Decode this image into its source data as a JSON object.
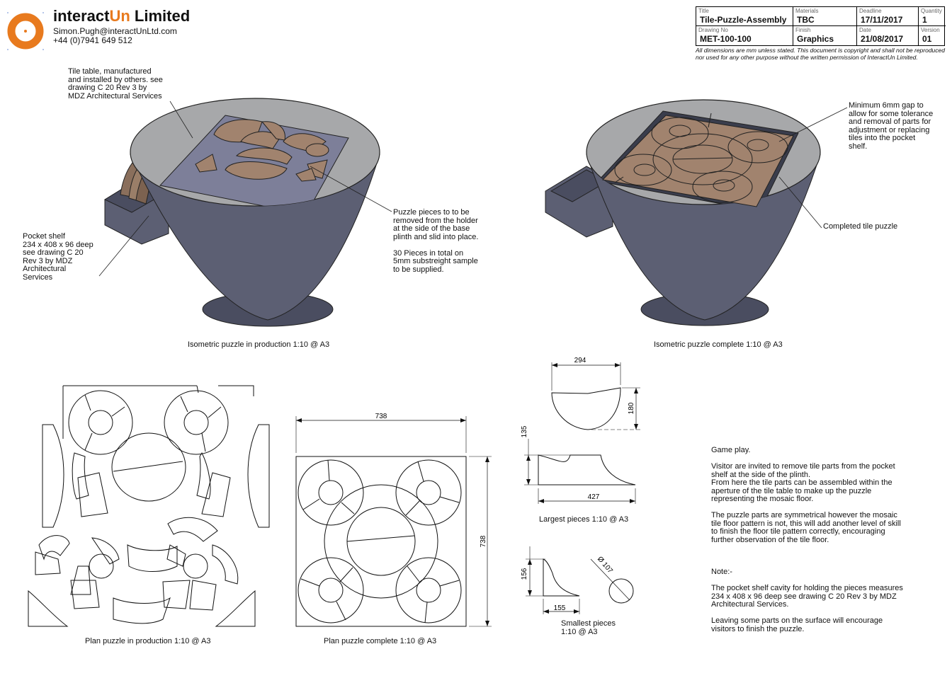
{
  "header": {
    "company_prefix": "interact",
    "company_accent": "Un",
    "company_suffix": " Limited",
    "contact": "Simon.Pugh@interactUnLtd.com\n+44 (0)7941 649 512",
    "accent_color": "#e87a1e"
  },
  "title_block": {
    "title_label": "Title",
    "title_value": "Tile-Puzzle-Assembly",
    "materials_label": "Materials",
    "materials_value": "TBC",
    "deadline_label": "Deadline",
    "deadline_value": "17/11/2017",
    "quantity_label": "Quantity",
    "quantity_value": "1",
    "drawing_label": "Drawing No",
    "drawing_value": "MET-100-100",
    "finish_label": "Finish",
    "finish_value": "Graphics",
    "date_label": "Date",
    "date_value": "21/08/2017",
    "version_label": "Version",
    "version_value": "01",
    "disclaimer": "All dimensions are mm unless stated. This document is copyright and shall not be reproduced nor used for any other purpose without the written permission of InteractUn Limited."
  },
  "annotations": {
    "tile_table": "Tile table, manufactured\nand installed by others. see\ndrawing C 20 Rev 3 by\nMDZ Architectural Services",
    "pocket_shelf": "Pocket shelf\n234 x 408 x 96 deep\nsee drawing C 20\nRev 3 by MDZ\nArchitectural\nServices",
    "puzzle_pieces": "Puzzle pieces to to be\nremoved from the holder\nat the side of the base\nplinth and slid into place.\n\n30 Pieces in total on\n5mm substreight sample\nto be supplied.",
    "min_gap": "Minimum 6mm gap to\nallow for some tolerance\nand removal of parts for\nadjustment or replacing\ntiles into the pocket\nshelf.",
    "completed": "Completed tile puzzle"
  },
  "captions": {
    "iso_production": "Isometric puzzle in production 1:10 @ A3",
    "iso_complete": "Isometric puzzle complete 1:10 @ A3",
    "plan_production": "Plan puzzle in production 1:10 @ A3",
    "plan_complete": "Plan puzzle complete 1:10 @ A3",
    "largest": "Largest pieces 1:10 @ A3",
    "smallest": "Smallest pieces\n1:10 @ A3"
  },
  "dimensions": {
    "plan_width": "738",
    "plan_height": "738",
    "large_width": "294",
    "large_height": "180",
    "large_base_height": "135",
    "large_base_width": "427",
    "small_height": "156",
    "small_width": "155",
    "small_diameter": "Ø 107"
  },
  "notes": {
    "game_play": "Game play.\n\nVisitor are invited to remove tile parts from the pocket\nshelf at the side of the plinth.\nFrom here the tile parts can be assembled within the\naperture of the tile table to make up the puzzle\nrepresenting the mosaic floor.\n\nThe puzzle parts are symmetrical however the mosaic\ntile floor pattern is not, this will add another level of skill\nto finish the floor tile pattern correctly, encouraging\nfurther observation of the tile floor.",
    "note": "Note:-\n\nThe pocket shelf cavity for holding the pieces measures\n234 x 408 x 96 deep see drawing C 20 Rev 3 by MDZ\nArchitectural Services.\n\nLeaving some parts on the surface will encourage\nvisitors to finish the puzzle."
  },
  "colors": {
    "plinth": "#5c5f73",
    "plinth_dark": "#4a4d60",
    "table_top": "#a7a8aa",
    "glass": "#7d7f99",
    "tile": "#a1836e"
  }
}
